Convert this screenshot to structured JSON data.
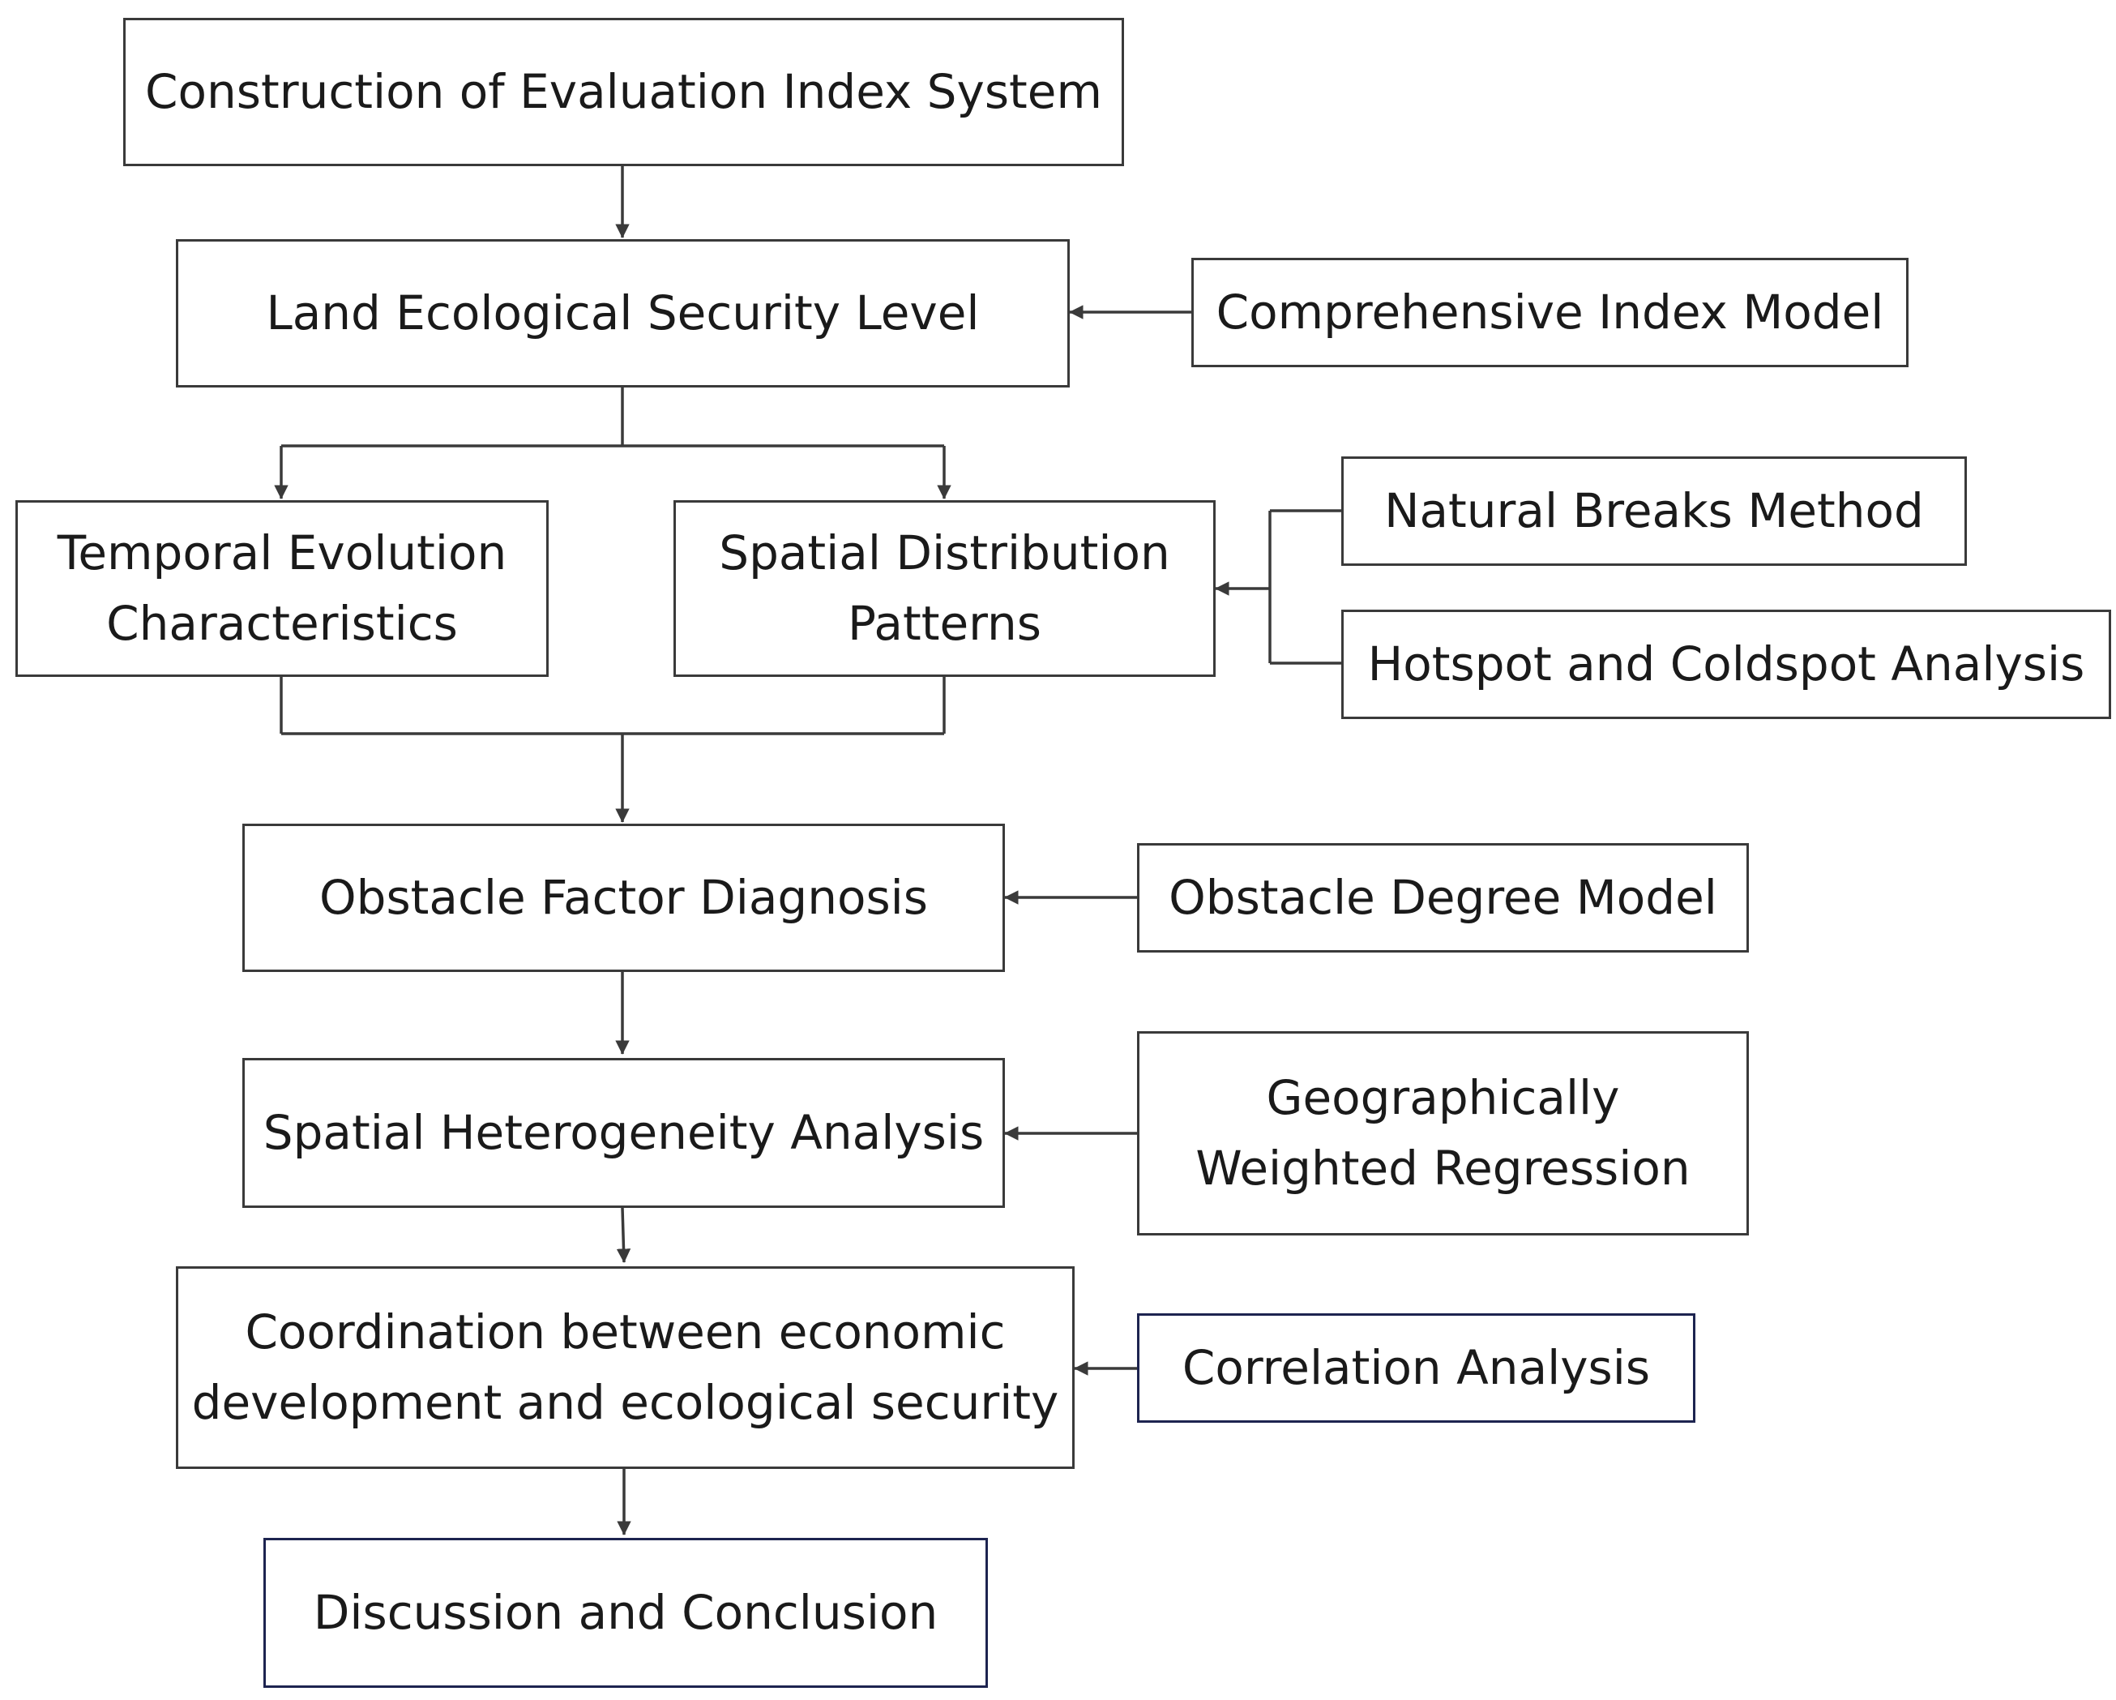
{
  "flowchart": {
    "nodes": {
      "construction": "Construction of Evaluation Index System",
      "land_security": "Land Ecological Security Level",
      "comprehensive_model": "Comprehensive Index Model",
      "temporal": "Temporal Evolution\nCharacteristics",
      "spatial_distribution": "Spatial Distribution\nPatterns",
      "natural_breaks": "Natural Breaks Method",
      "hotspot": "Hotspot and Coldspot Analysis",
      "obstacle_diagnosis": "Obstacle Factor Diagnosis",
      "obstacle_model": "Obstacle Degree Model",
      "heterogeneity": "Spatial Heterogeneity Analysis",
      "gwr": "Geographically\nWeighted Regression",
      "coordination": "Coordination between economic\ndevelopment and ecological security",
      "correlation": "Correlation Analysis",
      "discussion": "Discussion and Conclusion"
    },
    "colors": {
      "line": "#3a3a3a",
      "navy_border": "#1d2450",
      "text": "#1a1a1a"
    }
  }
}
